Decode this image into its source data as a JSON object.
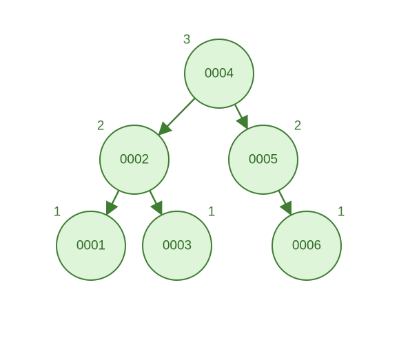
{
  "tree": {
    "nodes": [
      {
        "id": "n4",
        "label": "0004",
        "height": "3"
      },
      {
        "id": "n2",
        "label": "0002",
        "height": "2"
      },
      {
        "id": "n5",
        "label": "0005",
        "height": "2"
      },
      {
        "id": "n1",
        "label": "0001",
        "height": "1"
      },
      {
        "id": "n3",
        "label": "0003",
        "height": "1"
      },
      {
        "id": "n6",
        "label": "0006",
        "height": "1"
      }
    ],
    "edges": [
      {
        "from": "n4",
        "to": "n2"
      },
      {
        "from": "n4",
        "to": "n5"
      },
      {
        "from": "n2",
        "to": "n1"
      },
      {
        "from": "n2",
        "to": "n3"
      },
      {
        "from": "n5",
        "to": "n6"
      }
    ]
  },
  "colors": {
    "node_fill": "#dff5d9",
    "node_stroke": "#3f7d33",
    "text": "#2f6a27"
  }
}
